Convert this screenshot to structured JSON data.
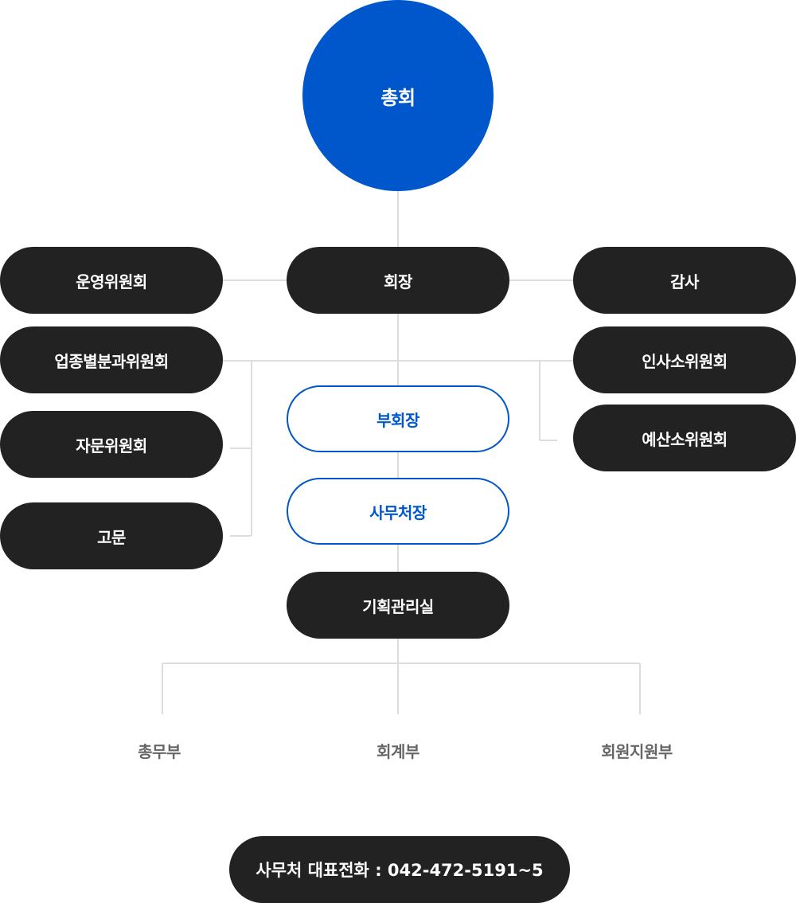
{
  "top": {
    "label": "총회"
  },
  "center": {
    "chairman": "회장",
    "vice_chairman": "부회장",
    "secretary_general": "사무처장",
    "planning_office": "기획관리실"
  },
  "left": {
    "operations_committee": "운영위원회",
    "industry_committee": "업종별분과위원회",
    "advisory_committee": "자문위원회",
    "advisor": "고문"
  },
  "right": {
    "audit": "감사",
    "personnel_subcommittee": "인사소위원회",
    "budget_subcommittee": "예산소위원회"
  },
  "departments": [
    "총무부",
    "회계부",
    "회원지원부"
  ],
  "contact": {
    "text": "사무처 대표전화 : 042-472-5191~5"
  },
  "colors": {
    "accent": "#0057cc",
    "dark": "#222222",
    "line": "#dddddd",
    "dept_text": "#666666"
  }
}
